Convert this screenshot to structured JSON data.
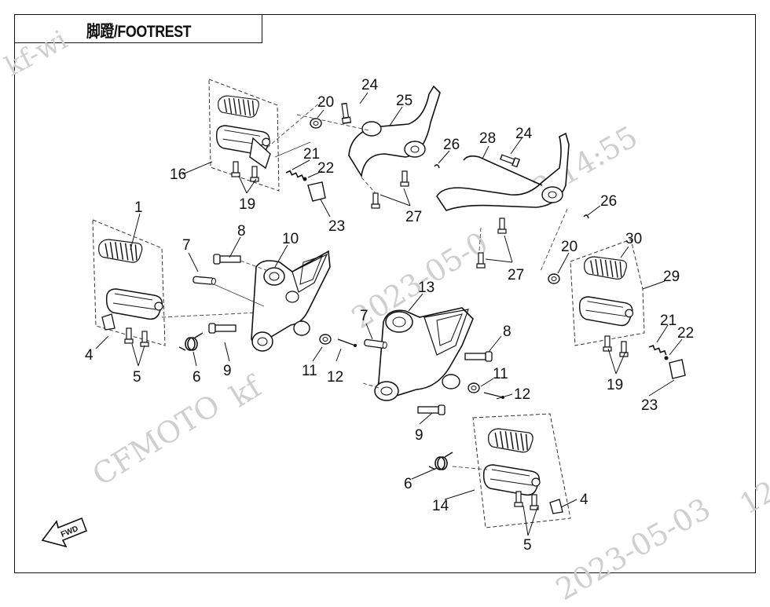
{
  "title": "脚蹬/FOOTREST",
  "fwd_label": "FWD",
  "watermarks": [
    "kf-wi",
    "2023-05-0",
    "kf",
    "CFMOTO",
    "3:14:55",
    "2023-05-03",
    "12"
  ],
  "callouts": [
    {
      "id": "c1",
      "text": "1"
    },
    {
      "id": "c4a",
      "text": "4"
    },
    {
      "id": "c5a",
      "text": "5"
    },
    {
      "id": "c6a",
      "text": "6"
    },
    {
      "id": "c7a",
      "text": "7"
    },
    {
      "id": "c8a",
      "text": "8"
    },
    {
      "id": "c9a",
      "text": "9"
    },
    {
      "id": "c10",
      "text": "10"
    },
    {
      "id": "c11a",
      "text": "11"
    },
    {
      "id": "c12a",
      "text": "12"
    },
    {
      "id": "c13",
      "text": "13"
    },
    {
      "id": "c7b",
      "text": "7"
    },
    {
      "id": "c8b",
      "text": "8"
    },
    {
      "id": "c11b",
      "text": "11"
    },
    {
      "id": "c12b",
      "text": "12"
    },
    {
      "id": "c9b",
      "text": "9"
    },
    {
      "id": "c6b",
      "text": "6"
    },
    {
      "id": "c14",
      "text": "14"
    },
    {
      "id": "c4b",
      "text": "4"
    },
    {
      "id": "c5b",
      "text": "5"
    },
    {
      "id": "c16",
      "text": "16"
    },
    {
      "id": "c19a",
      "text": "19"
    },
    {
      "id": "c20a",
      "text": "20"
    },
    {
      "id": "c21a",
      "text": "21"
    },
    {
      "id": "c22a",
      "text": "22"
    },
    {
      "id": "c23a",
      "text": "23"
    },
    {
      "id": "c24a",
      "text": "24"
    },
    {
      "id": "c25",
      "text": "25"
    },
    {
      "id": "c26a",
      "text": "26"
    },
    {
      "id": "c27a",
      "text": "27"
    },
    {
      "id": "c28",
      "text": "28"
    },
    {
      "id": "c24b",
      "text": "24"
    },
    {
      "id": "c26b",
      "text": "26"
    },
    {
      "id": "c27b",
      "text": "27"
    },
    {
      "id": "c20b",
      "text": "20"
    },
    {
      "id": "c30",
      "text": "30"
    },
    {
      "id": "c29",
      "text": "29"
    },
    {
      "id": "c21b",
      "text": "21"
    },
    {
      "id": "c22b",
      "text": "22"
    },
    {
      "id": "c19b",
      "text": "19"
    },
    {
      "id": "c23b",
      "text": "23"
    }
  ]
}
